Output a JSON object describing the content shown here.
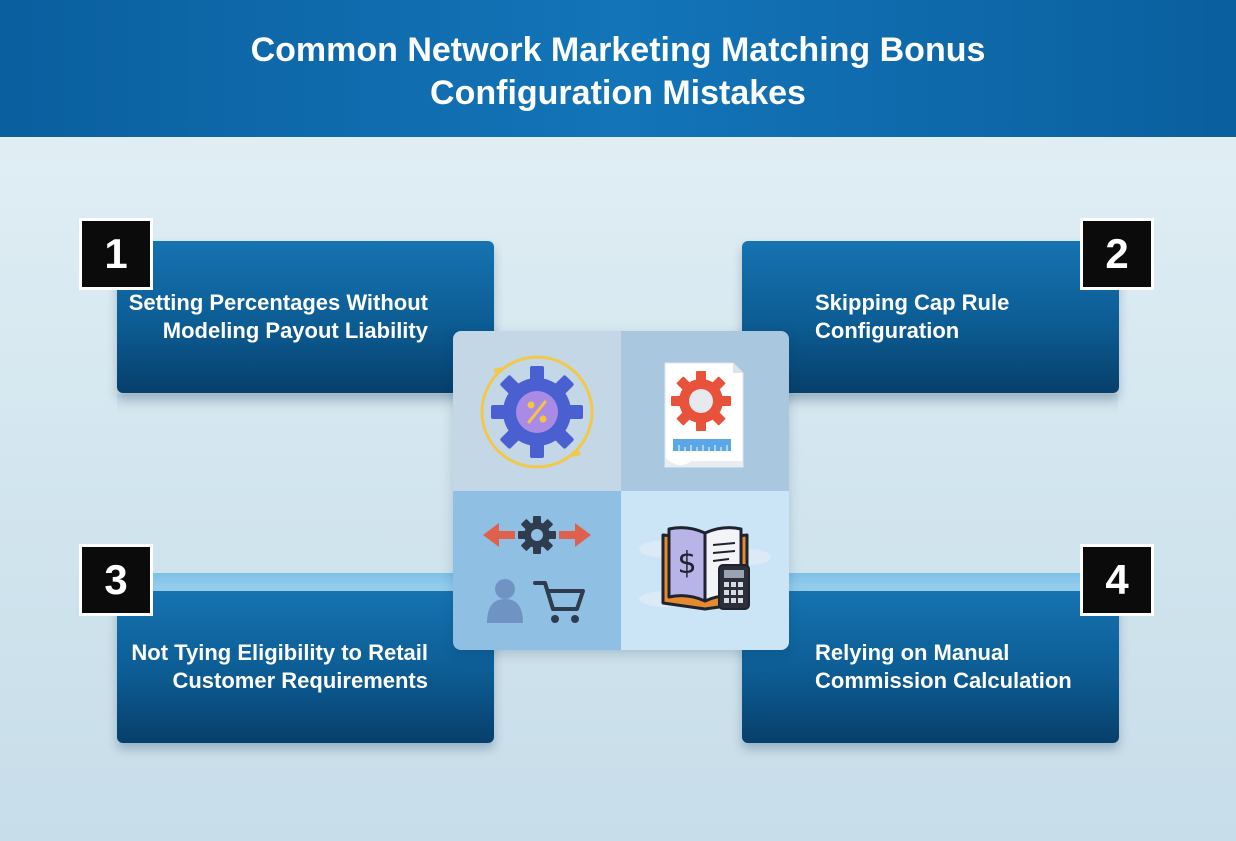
{
  "title": "Common Network Marketing Matching Bonus Configuration Mistakes",
  "mistakes": [
    {
      "number": "1",
      "text": "Setting Percentages Without Modeling Payout Liability"
    },
    {
      "number": "2",
      "text": "Skipping Cap Rule Configuration"
    },
    {
      "number": "3",
      "text": "Not Tying Eligibility to Retail Customer Requirements"
    },
    {
      "number": "4",
      "text": "Relying on Manual Commission Calculation"
    }
  ],
  "icons": {
    "q1": "percentage-gear-cycle-icon",
    "q2": "settings-document-icon",
    "q3": "gear-arrows-customer-cart-icon",
    "q4": "ledger-calculator-icon"
  },
  "colors": {
    "header": "#0a6aaa",
    "card": "#0c5c93",
    "badge": "#0b0b0b",
    "connector_light": "#cfe1ea",
    "connector_blue": "#8ccbea"
  }
}
